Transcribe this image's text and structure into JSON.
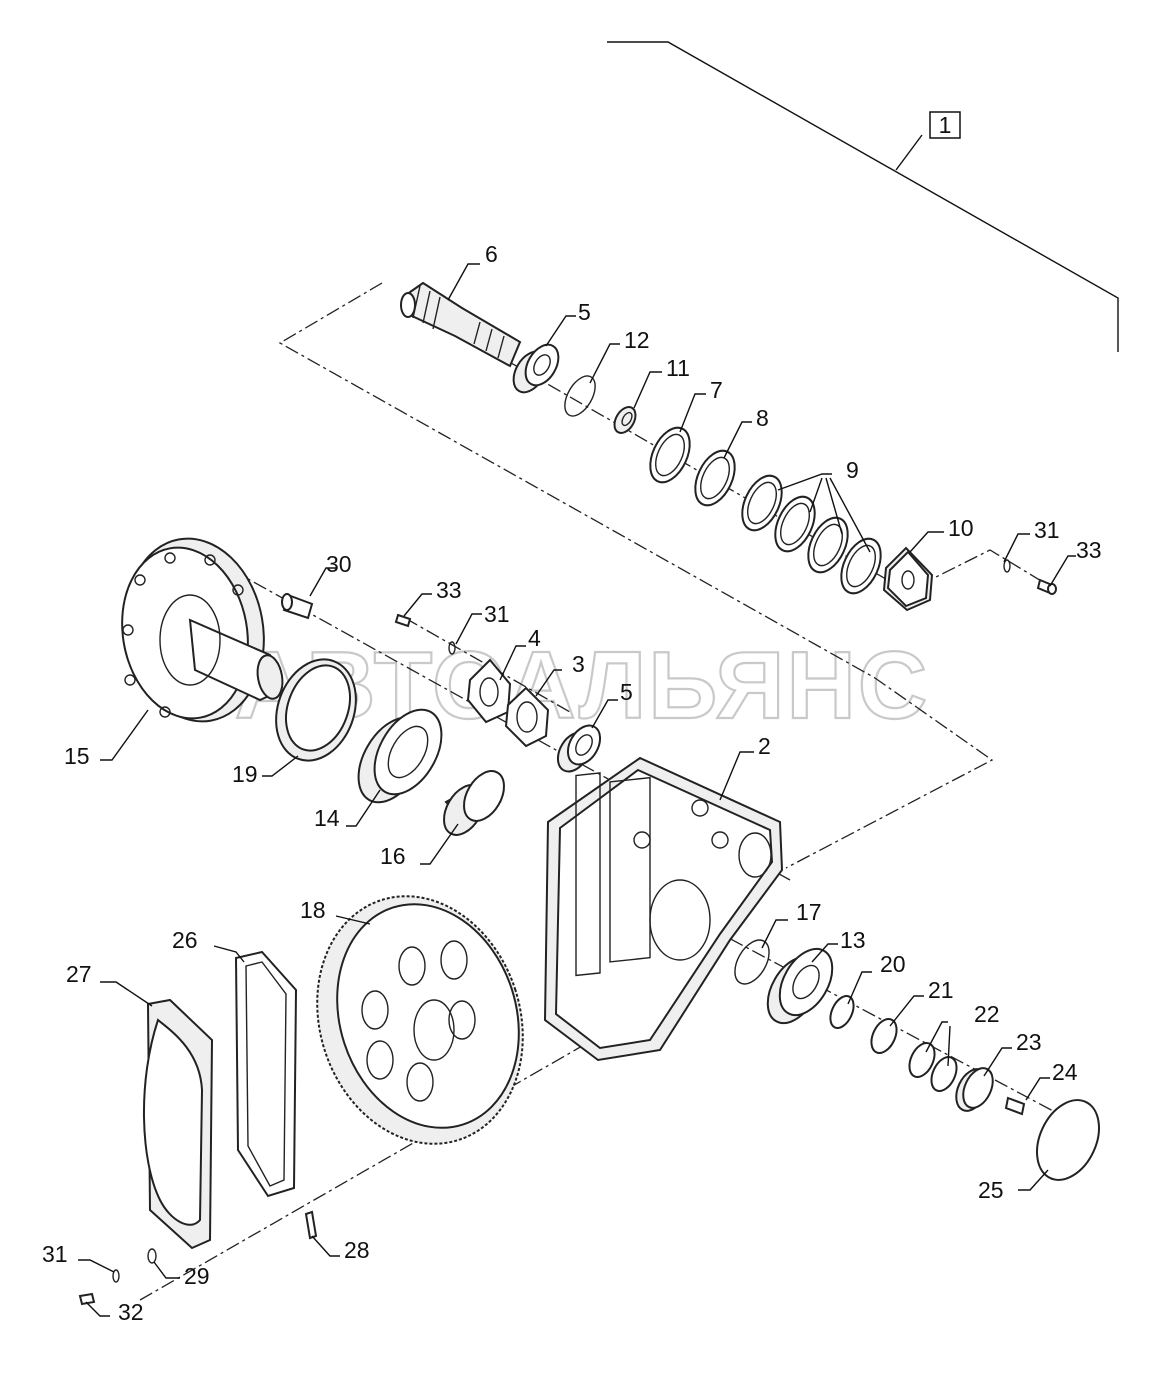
{
  "watermark": "АВТОАЛЬЯНС",
  "assembly_callout": "1",
  "callouts": [
    {
      "id": "c2",
      "text": "2"
    },
    {
      "id": "c3",
      "text": "3"
    },
    {
      "id": "c4",
      "text": "4"
    },
    {
      "id": "c5a",
      "text": "5"
    },
    {
      "id": "c5b",
      "text": "5"
    },
    {
      "id": "c6",
      "text": "6"
    },
    {
      "id": "c7",
      "text": "7"
    },
    {
      "id": "c8",
      "text": "8"
    },
    {
      "id": "c9",
      "text": "9"
    },
    {
      "id": "c10",
      "text": "10"
    },
    {
      "id": "c11",
      "text": "11"
    },
    {
      "id": "c12",
      "text": "12"
    },
    {
      "id": "c13",
      "text": "13"
    },
    {
      "id": "c14",
      "text": "14"
    },
    {
      "id": "c15",
      "text": "15"
    },
    {
      "id": "c16",
      "text": "16"
    },
    {
      "id": "c17",
      "text": "17"
    },
    {
      "id": "c18",
      "text": "18"
    },
    {
      "id": "c19",
      "text": "19"
    },
    {
      "id": "c20",
      "text": "20"
    },
    {
      "id": "c21",
      "text": "21"
    },
    {
      "id": "c22",
      "text": "22"
    },
    {
      "id": "c23",
      "text": "23"
    },
    {
      "id": "c24",
      "text": "24"
    },
    {
      "id": "c25",
      "text": "25"
    },
    {
      "id": "c26",
      "text": "26"
    },
    {
      "id": "c27",
      "text": "27"
    },
    {
      "id": "c28",
      "text": "28"
    },
    {
      "id": "c29",
      "text": "29"
    },
    {
      "id": "c30",
      "text": "30"
    },
    {
      "id": "c31a",
      "text": "31"
    },
    {
      "id": "c31b",
      "text": "31"
    },
    {
      "id": "c31c",
      "text": "31"
    },
    {
      "id": "c32",
      "text": "32"
    },
    {
      "id": "c33a",
      "text": "33"
    },
    {
      "id": "c33b",
      "text": "33"
    }
  ]
}
